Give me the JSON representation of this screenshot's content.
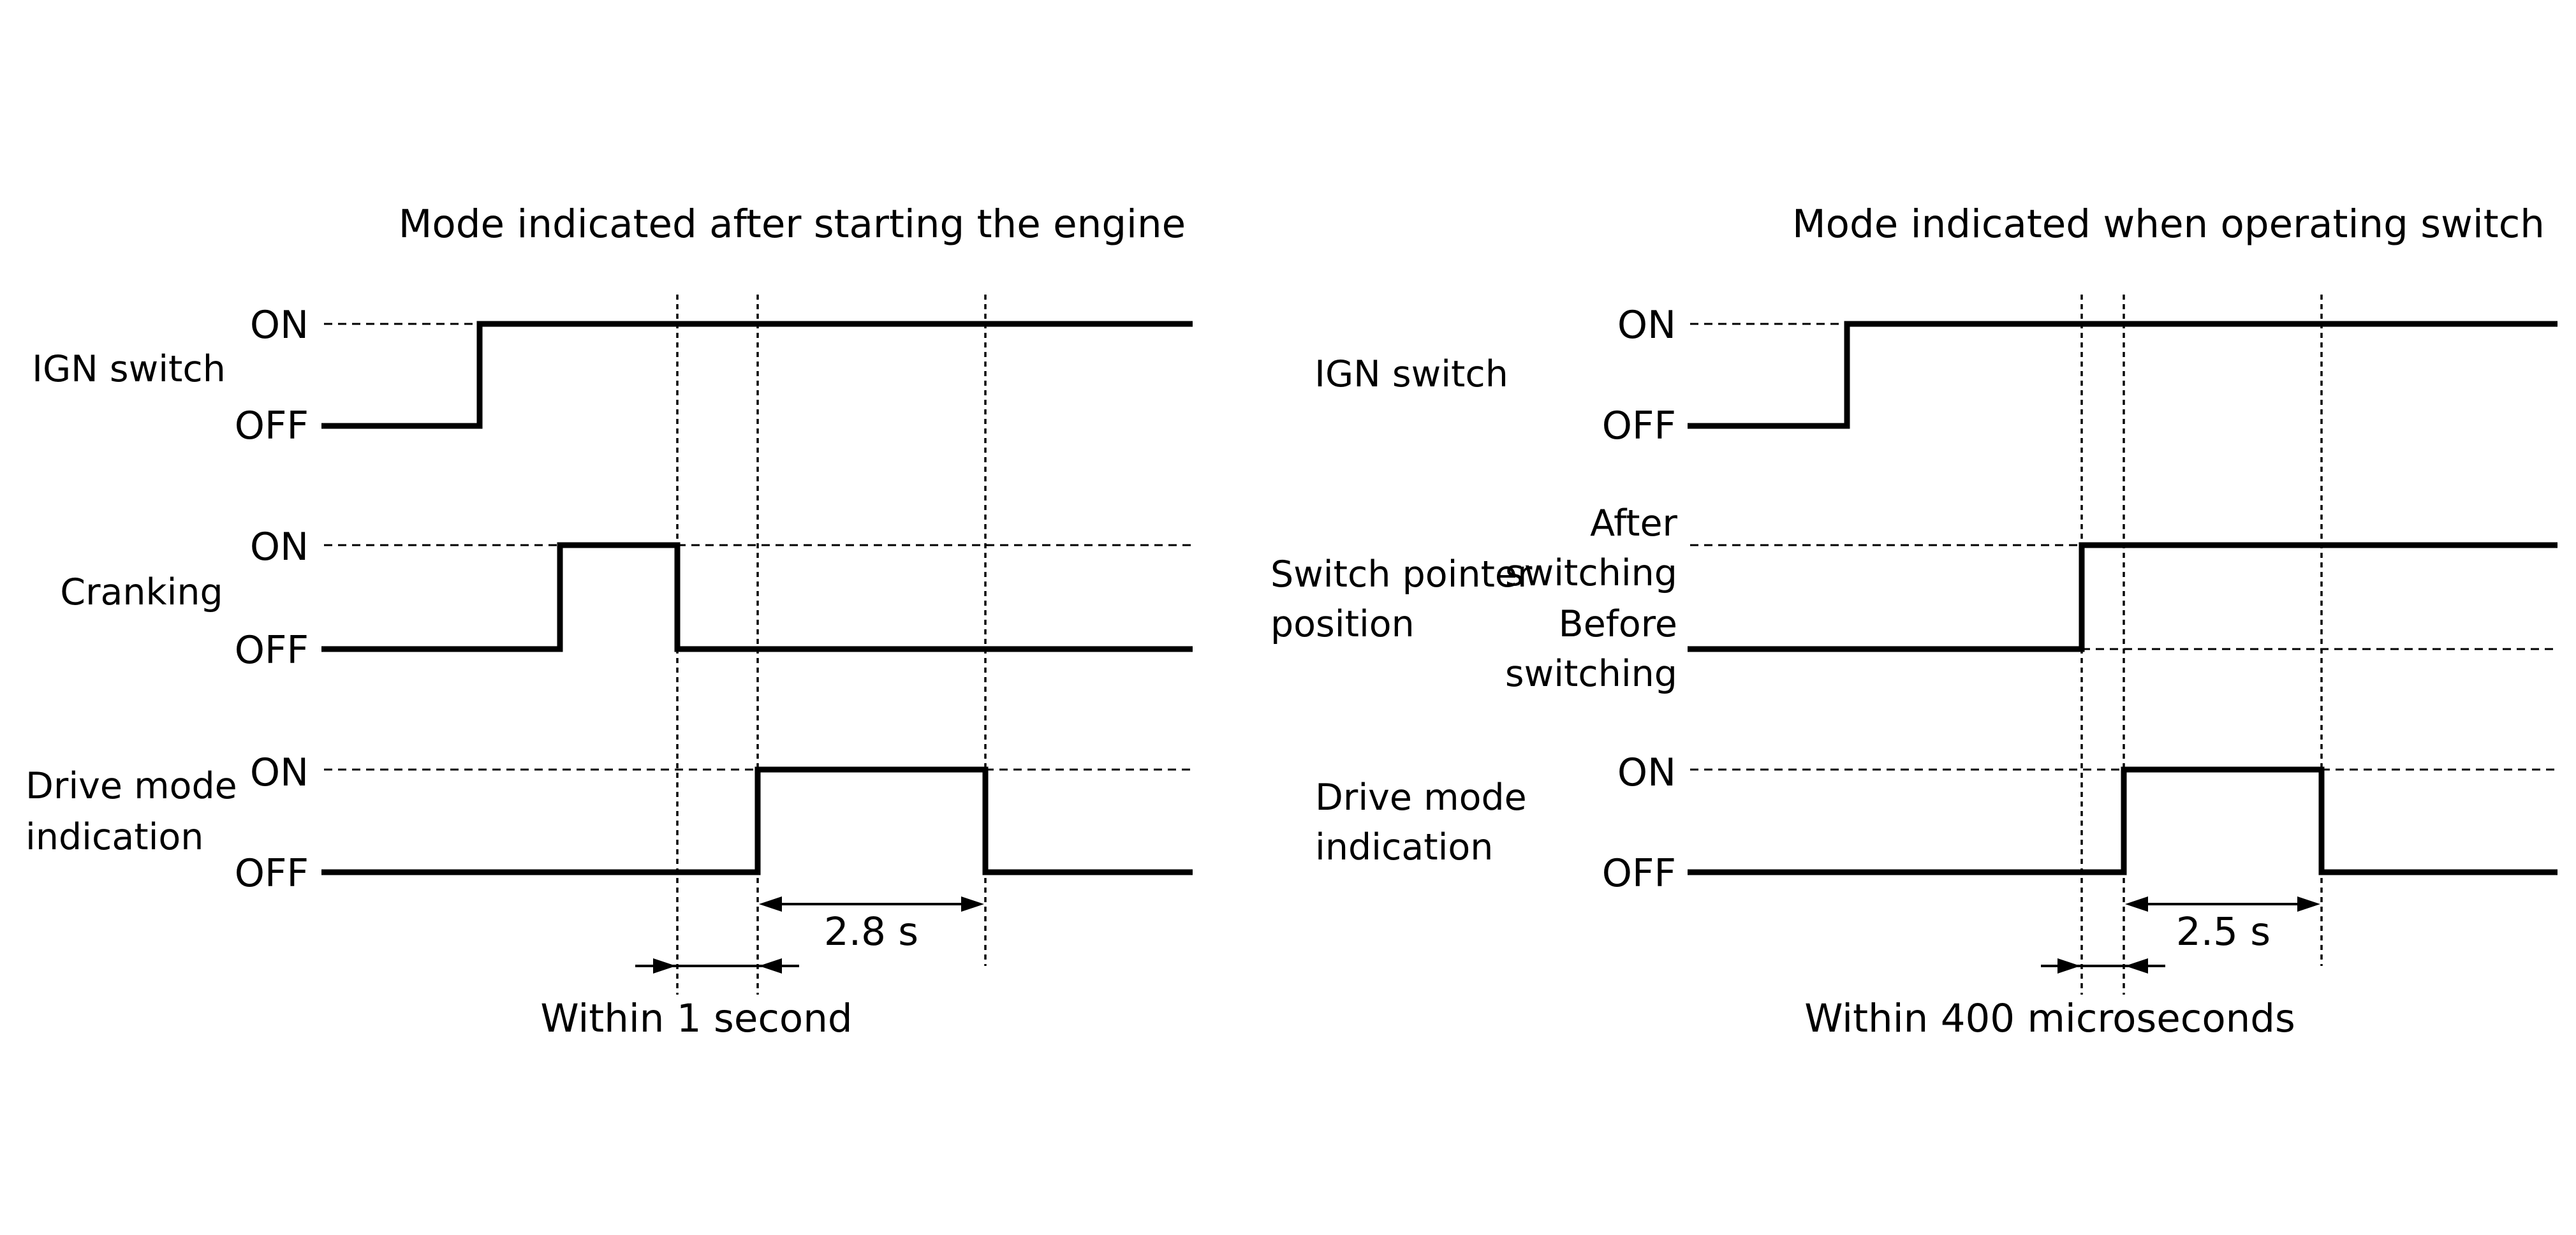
{
  "left_panel": {
    "title": "Mode indicated after starting the engine",
    "signals": [
      {
        "label_lines": [
          "IGN switch"
        ],
        "high": "ON",
        "low": "OFF"
      },
      {
        "label_lines": [
          "Cranking"
        ],
        "high": "ON",
        "low": "OFF"
      },
      {
        "label_lines": [
          "Drive mode",
          "indication"
        ],
        "high": "ON",
        "low": "OFF"
      }
    ],
    "duration_label": "2.8 s",
    "delay_label": "Within 1 second"
  },
  "right_panel": {
    "title": "Mode indicated when operating switch",
    "signals": [
      {
        "label_lines": [
          "IGN switch"
        ],
        "high": "ON",
        "low": "OFF"
      },
      {
        "label_lines": [
          "Switch pointer",
          "position"
        ],
        "high_lines": [
          "After",
          "switching"
        ],
        "low_lines": [
          "Before",
          "switching"
        ]
      },
      {
        "label_lines": [
          "Drive mode",
          "indication"
        ],
        "high": "ON",
        "low": "OFF"
      }
    ],
    "duration_label": "2.5 s",
    "delay_label": "Within 400 microseconds"
  }
}
